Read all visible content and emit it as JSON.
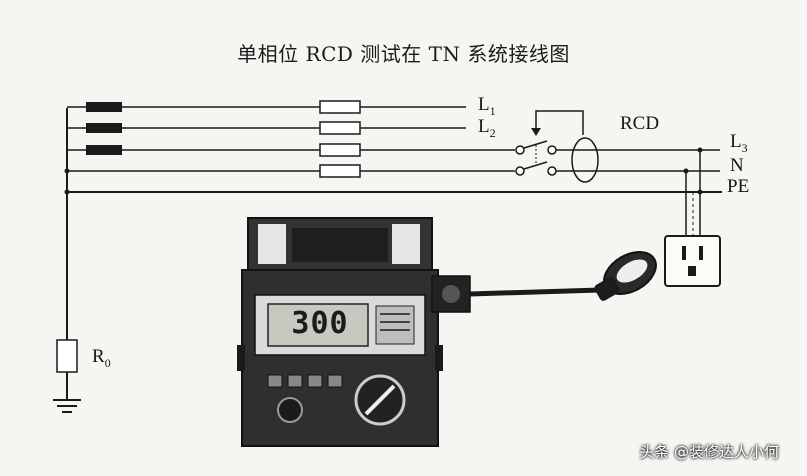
{
  "title": "单相位 RCD 测试在 TN 系统接线图",
  "labels": {
    "l1": "L",
    "l1_sub": "1",
    "l2": "L",
    "l2_sub": "2",
    "l3": "L",
    "l3_sub": "3",
    "n": "N",
    "pe": "PE",
    "rcd": "RCD",
    "r0": "R",
    "r0_sub": "0"
  },
  "display_reading": "300",
  "watermark": "头条 @装修达人小何",
  "colors": {
    "paper": "#f6f5f2",
    "ink": "#1a1a1a",
    "meter_body": "#2a2a2a"
  }
}
